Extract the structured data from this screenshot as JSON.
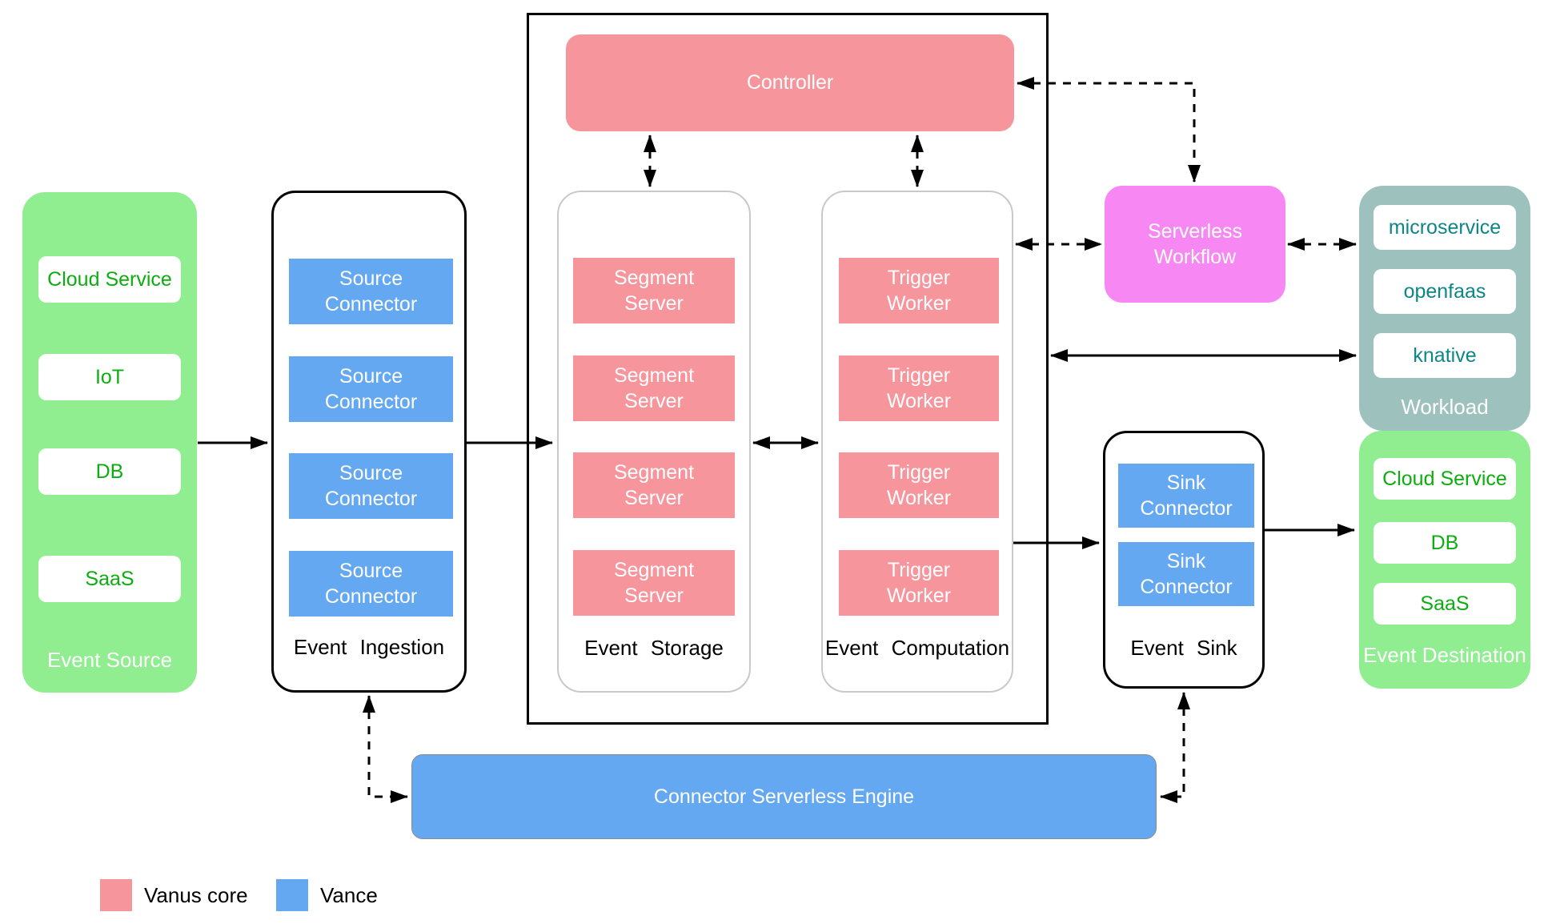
{
  "diagram": {
    "event_source": {
      "label": "Event Source",
      "items": [
        "Cloud Service",
        "IoT",
        "DB",
        "SaaS"
      ]
    },
    "event_ingestion": {
      "label": "Event Ingestion",
      "items": [
        "Source Connector",
        "Source Connector",
        "Source Connector",
        "Source Connector"
      ]
    },
    "core": {
      "controller_label": "Controller",
      "event_storage": {
        "label": "Event Storage",
        "items": [
          "Segment Server",
          "Segment Server",
          "Segment Server",
          "Segment Server"
        ]
      },
      "event_computation": {
        "label": "Event Computation",
        "items": [
          "Trigger Worker",
          "Trigger Worker",
          "Trigger Worker",
          "Trigger Worker"
        ]
      }
    },
    "serverless_workflow": {
      "label": "Serverless Workflow"
    },
    "workload": {
      "label": "Workload",
      "items": [
        "microservice",
        "openfaas",
        "knative"
      ]
    },
    "event_sink": {
      "label": "Event Sink",
      "items": [
        "Sink Connector",
        "Sink Connector"
      ]
    },
    "event_destination": {
      "label": "Event Destination",
      "items": [
        "Cloud Service",
        "DB",
        "SaaS"
      ]
    },
    "engine": {
      "label": "Connector Serverless Engine"
    },
    "legend": {
      "items": [
        {
          "label": "Vanus core",
          "color": "#F7959C"
        },
        {
          "label": "Vance",
          "color": "#64A8F2"
        }
      ]
    },
    "colors": {
      "vanus_core_pink": "#F7959C",
      "vance_blue": "#64A8F2",
      "source_green": "#90EE90",
      "green_text": "#0CAE0F",
      "workflow_magenta": "#F788F3",
      "workload_teal": "#9DC1BD",
      "teal_text": "#0D8688"
    }
  }
}
